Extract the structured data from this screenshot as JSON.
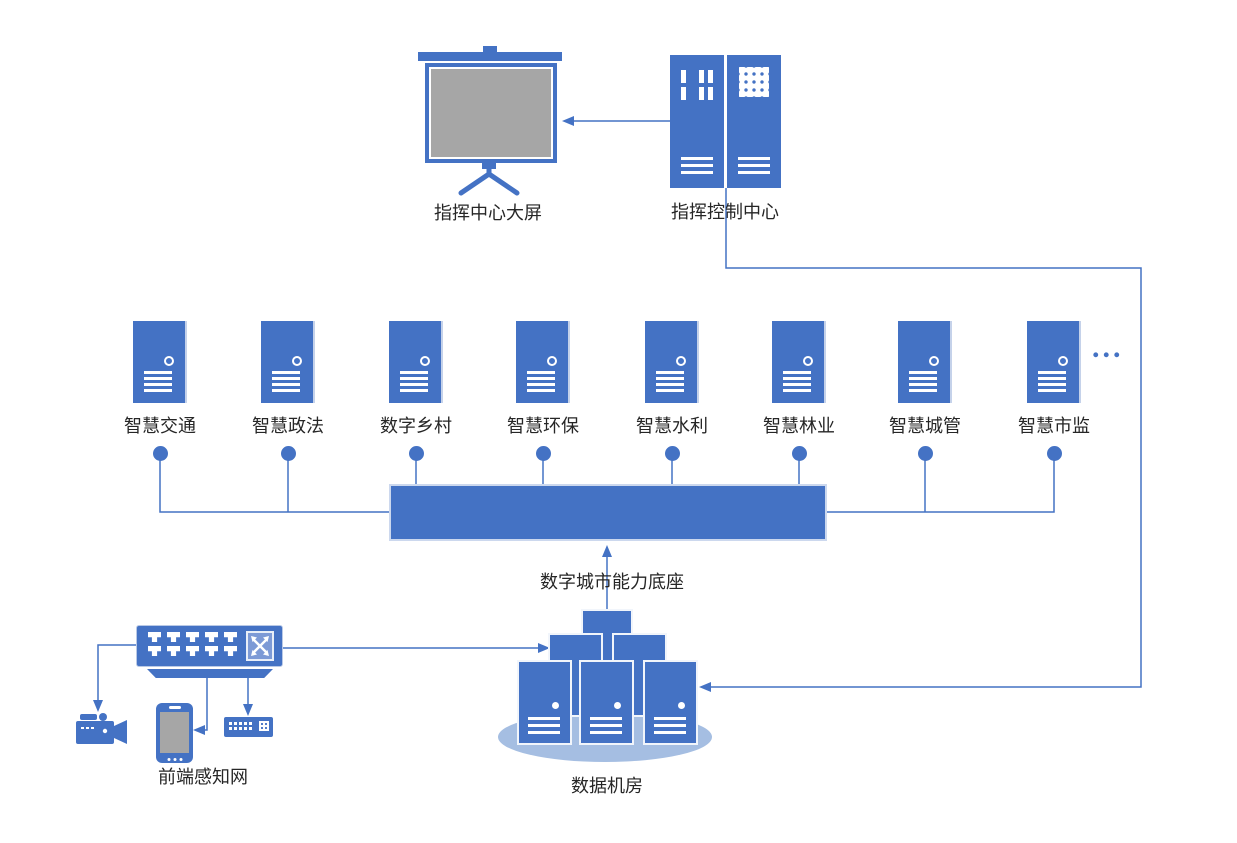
{
  "colors": {
    "accent": "#4472C4",
    "light_blue": "#A5BEE2",
    "screen_gray": "#A6A6A6",
    "text": "#262626"
  },
  "top": {
    "screen_label": "指挥中心大屏",
    "control_center_label": "指挥控制中心"
  },
  "platforms": {
    "items": [
      {
        "label": "智慧交通"
      },
      {
        "label": "智慧政法"
      },
      {
        "label": "数字乡村"
      },
      {
        "label": "智慧环保"
      },
      {
        "label": "智慧水利"
      },
      {
        "label": "智慧林业"
      },
      {
        "label": "智慧城管"
      },
      {
        "label": "智慧市监"
      }
    ],
    "ellipsis": "..."
  },
  "base": {
    "label": "数字城市能力底座"
  },
  "front_end": {
    "label": "前端感知网"
  },
  "data_room": {
    "label": "数据机房"
  }
}
